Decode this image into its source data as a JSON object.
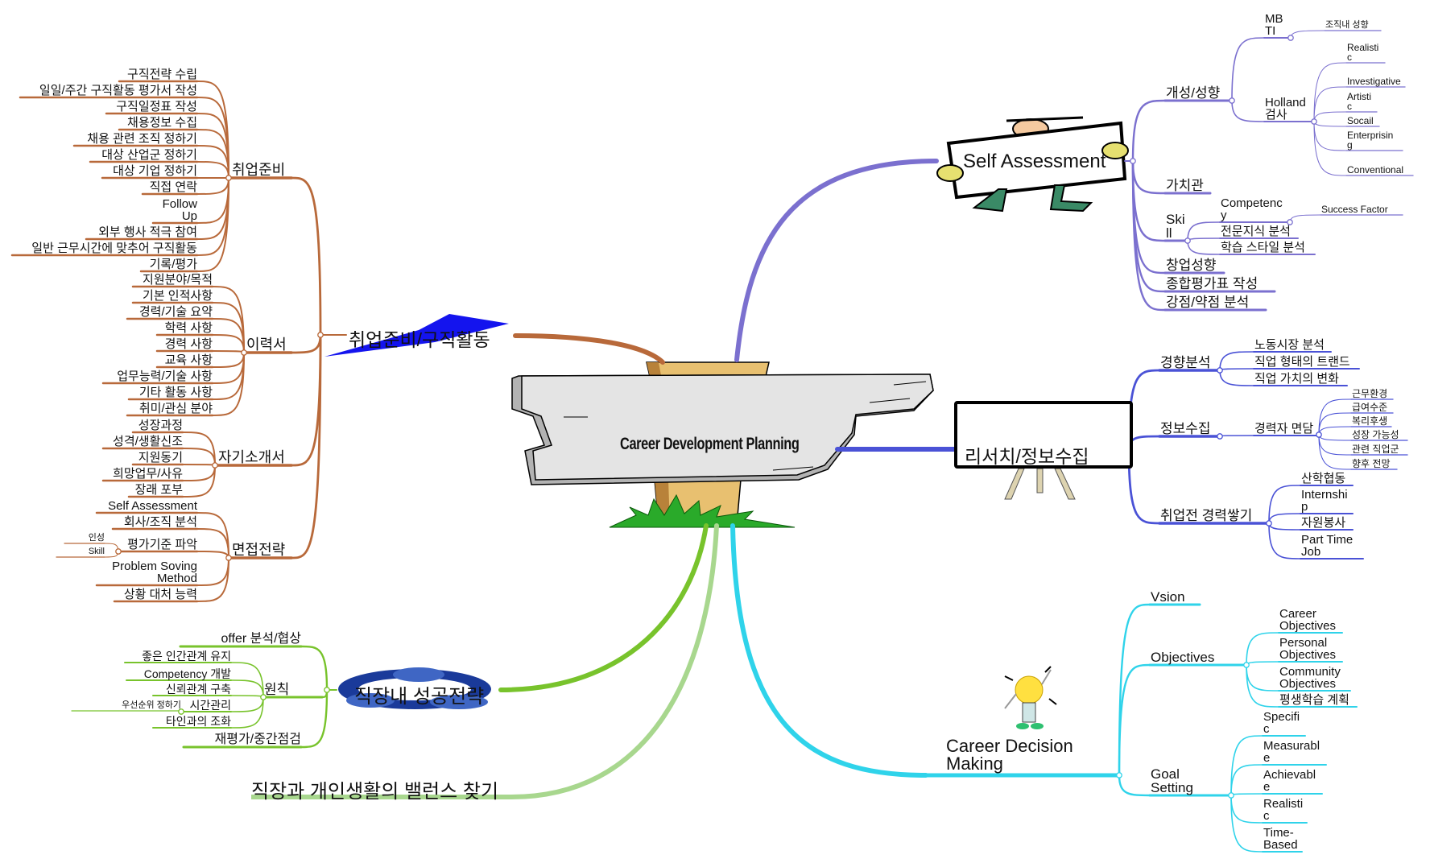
{
  "center": {
    "title": "Career Development Planning"
  },
  "branches": {
    "job_search": {
      "label": "취업준비/구직활동",
      "color": "#b8693a",
      "items": [
        {
          "label": "취업준비",
          "items": [
            {
              "label": "구직전략 수립"
            },
            {
              "label": "일일/주간 구직활동 평가서 작성"
            },
            {
              "label": "구직일정표 작성"
            },
            {
              "label": "채용정보 수집"
            },
            {
              "label": "채용 관련 조직 정하기"
            },
            {
              "label": "대상 산업군 정하기"
            },
            {
              "label": "대상 기업 정하기"
            },
            {
              "label": "직접 연락"
            },
            {
              "label": "Follow Up"
            },
            {
              "label": "외부 행사 적극 참여"
            },
            {
              "label": "일반 근무시간에 맞추어 구직활동"
            },
            {
              "label": "기록/평가"
            }
          ]
        },
        {
          "label": "이력서",
          "items": [
            {
              "label": "지원분야/목적"
            },
            {
              "label": "기본 인적사항"
            },
            {
              "label": "경력/기술 요약"
            },
            {
              "label": "학력 사항"
            },
            {
              "label": "경력 사항"
            },
            {
              "label": "교육 사항"
            },
            {
              "label": "업무능력/기술 사항"
            },
            {
              "label": "기타 활동 사항"
            },
            {
              "label": "취미/관심 분야"
            }
          ]
        },
        {
          "label": "자기소개서",
          "items": [
            {
              "label": "성장과정"
            },
            {
              "label": "성격/생활신조"
            },
            {
              "label": "지원동기"
            },
            {
              "label": "희망업무/사유"
            },
            {
              "label": "장래 포부"
            }
          ]
        },
        {
          "label": "면접전략",
          "items": [
            {
              "label": "Self Assessment"
            },
            {
              "label": "회사/조직 분석"
            },
            {
              "label": "평가기준 파악",
              "items": [
                {
                  "label": "인성"
                },
                {
                  "label": "Skill"
                }
              ]
            },
            {
              "label": "Problem Soving Method"
            },
            {
              "label": "상황 대처 능력"
            }
          ]
        }
      ]
    },
    "success": {
      "label": "직장내 성공전략",
      "color": "#78c32c",
      "items": [
        {
          "label": "offer 분석/협상"
        },
        {
          "label": "원칙",
          "items": [
            {
              "label": "좋은 인간관계 유지"
            },
            {
              "label": "Competency 개발"
            },
            {
              "label": "신뢰관계 구축"
            },
            {
              "label": "시간관리",
              "items": [
                {
                  "label": "우선순위 정하기"
                }
              ]
            },
            {
              "label": "타인과의 조화"
            }
          ]
        },
        {
          "label": "재평가/중간점검"
        }
      ]
    },
    "balance": {
      "label": "직장과 개인생활의 밸런스 찾기",
      "color": "#a8d78e"
    },
    "self": {
      "label": "Self Assessment",
      "color": "#7b70cf",
      "items": [
        {
          "label": "개성/성향",
          "items": [
            {
              "label": "MBTI",
              "items": [
                {
                  "label": "조직내 성향"
                }
              ]
            },
            {
              "label": "Holland 검사",
              "items": [
                {
                  "label": "Realistic"
                },
                {
                  "label": "Investigative"
                },
                {
                  "label": "Artistic"
                },
                {
                  "label": "Socail"
                },
                {
                  "label": "Enterprising"
                },
                {
                  "label": "Conventional"
                }
              ]
            }
          ]
        },
        {
          "label": "가치관"
        },
        {
          "label": "Skill",
          "items": [
            {
              "label": "Competency",
              "items": [
                {
                  "label": "Success Factor"
                }
              ]
            },
            {
              "label": "전문지식 분석"
            },
            {
              "label": "학습 스타일 분석"
            }
          ]
        },
        {
          "label": "창업성향"
        },
        {
          "label": "종합평가표 작성"
        },
        {
          "label": "강점/약점 분석"
        }
      ]
    },
    "research": {
      "label": "리서치/정보수집",
      "color": "#4a52d6",
      "items": [
        {
          "label": "경향분석",
          "items": [
            {
              "label": "노동시장 분석"
            },
            {
              "label": "직업 형태의 트랜드"
            },
            {
              "label": "직업 가치의 변화"
            }
          ]
        },
        {
          "label": "정보수집",
          "items": [
            {
              "label": "경력자 면담",
              "items": [
                {
                  "label": "근무환경"
                },
                {
                  "label": "급여수준"
                },
                {
                  "label": "복리후생"
                },
                {
                  "label": "성장 가능성"
                },
                {
                  "label": "관련 직업군"
                },
                {
                  "label": "향후 전망"
                }
              ]
            }
          ]
        },
        {
          "label": "취업전 경력쌓기",
          "items": [
            {
              "label": "산학협동"
            },
            {
              "label": "Internship"
            },
            {
              "label": "자원봉사"
            },
            {
              "label": "Part Time Job"
            }
          ]
        }
      ]
    },
    "decision": {
      "label": "Career Decision Making",
      "color": "#2fd3ea",
      "items": [
        {
          "label": "Vsion"
        },
        {
          "label": "Objectives",
          "items": [
            {
              "label": "Career Objectives"
            },
            {
              "label": "Personal Objectives"
            },
            {
              "label": "Community Objectives"
            },
            {
              "label": "평생학습 계획"
            }
          ]
        },
        {
          "label": "Goal Setting",
          "items": [
            {
              "label": "Specific"
            },
            {
              "label": "Measurable"
            },
            {
              "label": "Achievable"
            },
            {
              "label": "Realistic"
            },
            {
              "label": "Time-Based"
            }
          ]
        }
      ]
    }
  }
}
